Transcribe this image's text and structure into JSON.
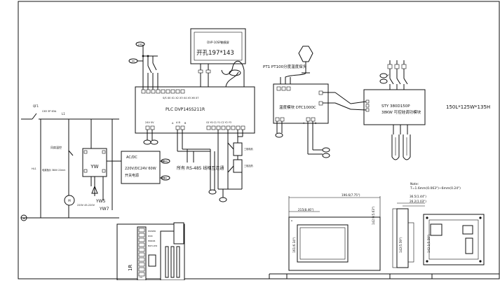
{
  "diagram": {
    "hmi_model": "DVP-10SP触摸屏",
    "hmi_cutout": "开孔197*143",
    "sensor_label": "PT1 PT100分度温度探头",
    "plc_title": "PLC DVP14SS211R",
    "plc_terminals_top": [
      "S/S",
      "X0",
      "X1",
      "X2",
      "X3",
      "X4",
      "X5",
      "X6",
      "X7"
    ],
    "plc_terminals_bottom": [
      "24V",
      "0V",
      "A",
      "B",
      "Y0",
      "Y1",
      "Y2",
      "Y3",
      "Y4",
      "Y5"
    ],
    "plc_left_top": [
      "24V",
      "0V"
    ],
    "plc_y_labels": [
      "C0",
      "Y0",
      "C1",
      "Y1",
      "C2",
      "Y2",
      "Y3"
    ],
    "temp_module": "温度模块  DTC1000C",
    "scr_module": "STY 380D150P",
    "scr_sub": "38KW 可控硅调功模块",
    "dimension": "150L*125W*135H",
    "fan_label": "风扇温控",
    "yw_label": "YW",
    "psu_title": "AC/DC",
    "psu_spec": "220V/DC24V  60W",
    "psu_sub": "开关电源",
    "rs485_label": "所有 RS-485 线相互连通",
    "rs485_a": "A",
    "rs485_b": "B",
    "rs485_a2": "A",
    "rs485_b2": "B",
    "qf": "QF1",
    "qf_spec": "C63 3P 63A",
    "phase_l1": "L1",
    "ywb_label": "YW5",
    "yw7_label": "YW7",
    "relay_labels": [
      "三相电机",
      "三相加热"
    ],
    "motor_spec": "220V 45-220V",
    "node_24v": "24V",
    "node_0v": "0V",
    "ground_label": "⊕",
    "note_title": "Note:",
    "note_text": "T=1.6mm(0.063\")~6mm(0.24\")",
    "dim_top_width": "196.6(7.75\")",
    "dim_inner_width": "215(8.46\")",
    "dim_inner_height": "142.9(5.63\")",
    "dim_left_height": "161(6.34\")",
    "dim_right_height": "142.1(5.59\")",
    "dim_depth1": "36.5(1.44\")",
    "dim_depth2": "26.2(1.03\")",
    "dim_side_height": "142(5.59\")",
    "plc_side_label": "1R",
    "plc_side_terminals": [
      "S/S",
      "X0",
      "X1",
      "X2",
      "X3",
      "X4",
      "X5",
      "X6",
      "X7"
    ],
    "plc_side_leds": [
      "POWER",
      "RUN",
      "ERROR",
      "BAT.LOW"
    ],
    "plc_side_bottom": [
      "C0",
      "Y0"
    ]
  }
}
